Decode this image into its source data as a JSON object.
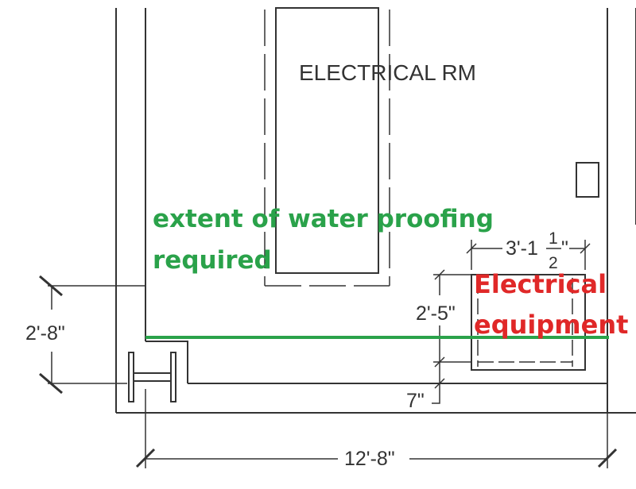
{
  "drawing": {
    "room_label": "ELECTRICAL RM",
    "dimensions": {
      "left_height": "2'-8\"",
      "bottom_width": "12'-8\"",
      "equipment_width_whole": "3'-1",
      "equipment_width_frac_num": "1",
      "equipment_width_frac_den": "2",
      "equipment_width_inch_mark": "\"",
      "equipment_depth": "2'-5\"",
      "equipment_offset": "7\""
    },
    "annotations": {
      "waterproofing_line1": "extent of water proofing",
      "waterproofing_line2": "required",
      "equipment_line1": "Electrical",
      "equipment_line2": "equipment"
    },
    "colors": {
      "linework": "#333333",
      "waterproofing": "#2aa24a",
      "equipment_note": "#e02828"
    }
  }
}
